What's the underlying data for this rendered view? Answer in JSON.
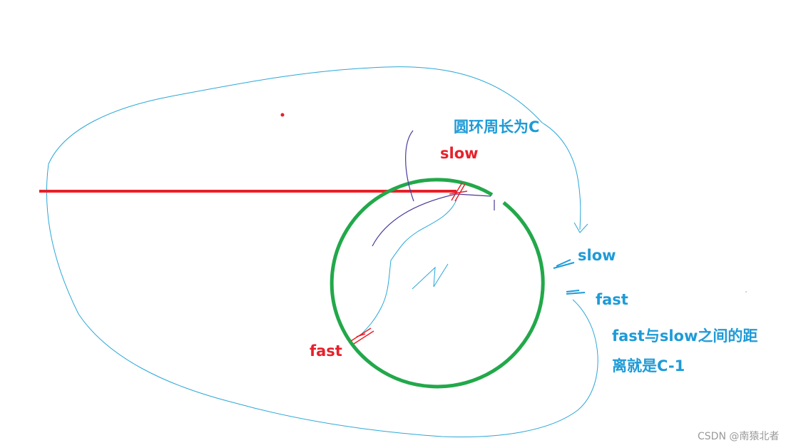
{
  "labels": {
    "circumference": "圆环周长为C",
    "slow_red": "slow",
    "fast_red": "fast",
    "slow_blue": "slow",
    "fast_blue": "fast",
    "distance_line1": "fast与slow之间的距",
    "distance_line2": "离就是C-1"
  },
  "watermark": "CSDN @南猿北者",
  "colors": {
    "red": "#e8202a",
    "blue": "#1e9bd7",
    "ring_green": "#22a84a",
    "sketch_blue": "#2aa7d8",
    "sketch_purple": "#4a3a9a"
  }
}
